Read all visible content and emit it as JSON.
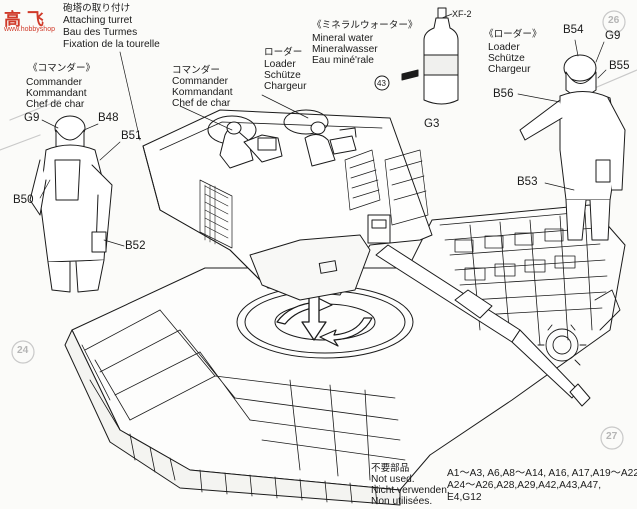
{
  "watermark": {
    "chars": "高 飞",
    "url": "www.hobbyshop"
  },
  "attach_turret": {
    "ja": "砲塔の取り付け",
    "en": "Attaching turret",
    "de": "Bau des Turmes",
    "fr": "Fixation de la tourelle"
  },
  "commander_heading": {
    "ja": "《コマンダー》",
    "en": "Commander",
    "de": "Kommandant",
    "fr": "Chef de char"
  },
  "turret_commander": {
    "ja": "コマンダー",
    "en": "Commander",
    "de": "Kommandant",
    "fr": "Chef de char"
  },
  "turret_loader": {
    "ja": "ローダー",
    "en": "Loader",
    "de": "Schütze",
    "fr": "Chargeur"
  },
  "mineral_water": {
    "ja": "《ミネラルウォーター》",
    "en": "Mineral water",
    "de": "Mineralwasser",
    "fr": "Eau miné'rale"
  },
  "loader_heading": {
    "ja": "《ローダー》",
    "en": "Loader",
    "de": "Schütze",
    "fr": "Chargeur"
  },
  "parts": {
    "g9_left": "G9",
    "b48": "B48",
    "b51": "B51",
    "b50": "B50",
    "b52": "B52",
    "xf2": "XF-2",
    "p43": "43",
    "g3": "G3",
    "b54": "B54",
    "g9_right": "G9",
    "b55": "B55",
    "b56": "B56",
    "b53": "B53"
  },
  "step_numbers": {
    "left": "24",
    "right": "27",
    "top": "26"
  },
  "not_used": {
    "ja": "不要部品",
    "en": "Not used.",
    "de": "Nicht verwenden.",
    "fr": "Non utilisées."
  },
  "not_used_parts": [
    "A1～A3, A6,A8～A14, A16, A17,A19～A22,",
    "A24～A26,A28,A29,A42,A43,A47,",
    "E4,G12"
  ],
  "colors": {
    "ink": "#1b1b1b",
    "paper": "#fbfbf9",
    "watermark": "#d03a2a"
  }
}
